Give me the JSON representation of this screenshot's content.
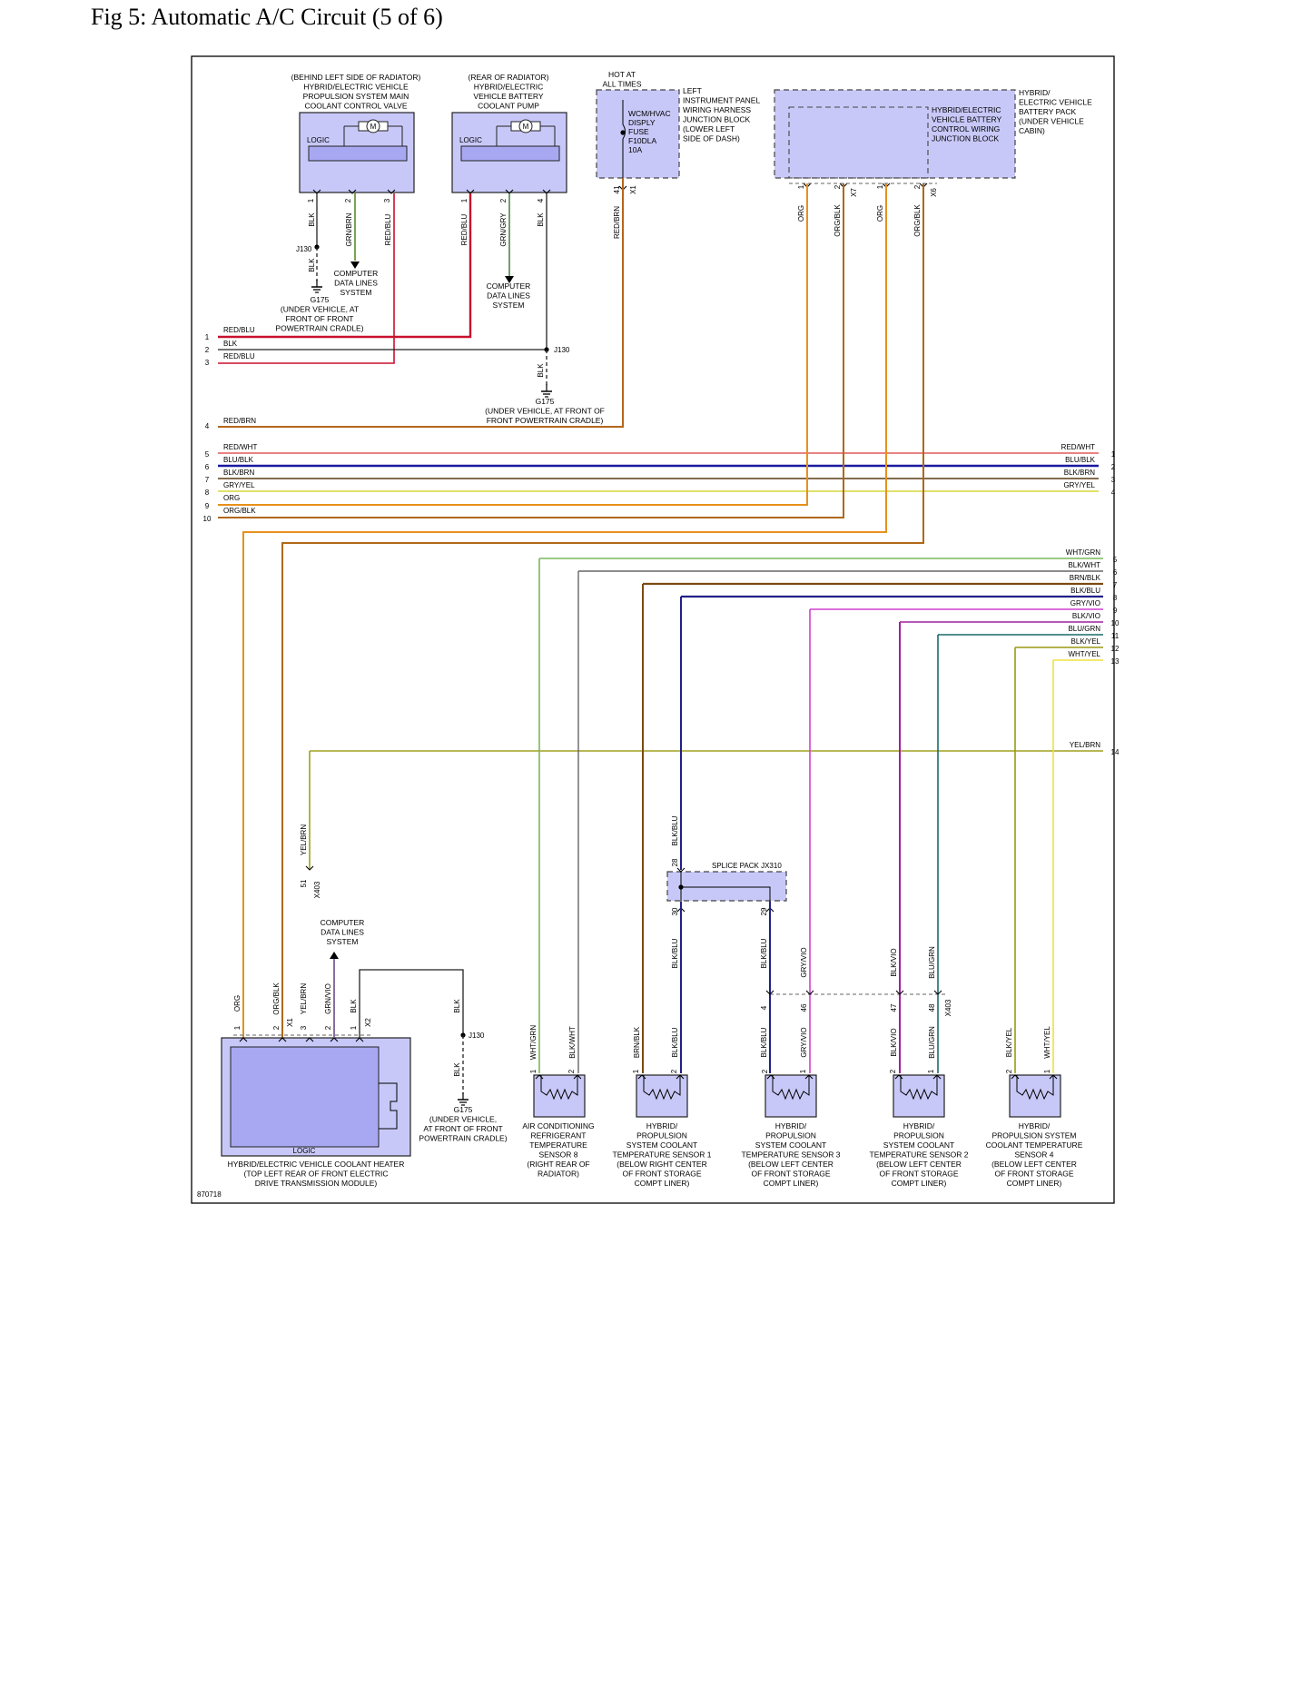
{
  "title": "Fig 5: Automatic A/C Circuit (5 of 6)",
  "figure_id": "870718",
  "colors": {
    "RED_BLU": "#c8102e",
    "BLK": "#222222",
    "RED_BRN": "#b5651d",
    "RED_WHT": "#e05a5a",
    "BLU_BLK": "#1a1aa0",
    "BLK_BRN": "#5a3a10",
    "GRY_YEL": "#d6d63a",
    "ORG": "#e8901c",
    "ORG_BLK": "#b06818",
    "WHT_GRN": "#7ab85a",
    "BLK_WHT": "#666666",
    "BRN_BLK": "#7a4a12",
    "BLK_BLU": "#202088",
    "GRY_VIO": "#d040d0",
    "BLK_VIO": "#a020a0",
    "BLU_GRN": "#1a6a6a",
    "BLK_YEL": "#9a9a10",
    "WHT_YEL": "#f0e040",
    "YEL_BRN": "#a0a020",
    "GRN_BRN": "#5a8a2a",
    "GRN_GRY": "#4a8a4a",
    "GRN_VIO": "#6a4a8a",
    "component_fill": "#c8c8f8",
    "inner_fill": "#a8a8f2"
  },
  "components": {
    "valve": [
      "(BEHIND LEFT SIDE OF RADIATOR)",
      "HYBRID/ELECTRIC VEHICLE",
      "PROPULSION SYSTEM MAIN",
      "COOLANT CONTROL VALVE"
    ],
    "pump": [
      "(REAR OF RADIATOR)",
      "HYBRID/ELECTRIC",
      "VEHICLE BATTERY",
      "COOLANT PUMP"
    ],
    "hot": [
      "HOT AT",
      "ALL TIMES"
    ],
    "fuse": [
      "WCM/HVAC",
      "DISPLY",
      "FUSE",
      "F10DLA",
      "10A"
    ],
    "ipjb": [
      "LEFT",
      "INSTRUMENT PANEL",
      "WIRING HARNESS",
      "JUNCTION BLOCK",
      "(LOWER LEFT",
      "SIDE OF DASH)"
    ],
    "bcw": [
      "HYBRID/ELECTRIC",
      "VEHICLE BATTERY",
      "CONTROL WIRING",
      "JUNCTION BLOCK"
    ],
    "bpack": [
      "HYBRID/",
      "ELECTRIC VEHICLE",
      "BATTERY PACK",
      "(UNDER VEHICLE",
      "CABIN)"
    ],
    "logic": "LOGIC",
    "motor": "M",
    "computer": [
      "COMPUTER",
      "DATA LINES",
      "SYSTEM"
    ],
    "g175_a": [
      "G175",
      "(UNDER VEHICLE, AT",
      "FRONT OF FRONT",
      "POWERTRAIN CRADLE)"
    ],
    "g175_b": [
      "G175",
      "(UNDER VEHICLE, AT FRONT OF",
      "FRONT POWERTRAIN CRADLE)"
    ],
    "g175_c": [
      "G175",
      "(UNDER VEHICLE,",
      "AT FRONT OF FRONT",
      "POWERTRAIN CRADLE)"
    ],
    "j130": "J130",
    "splice": "SPLICE PACK JX310",
    "heater": [
      "HYBRID/ELECTRIC VEHICLE COOLANT HEATER",
      "(TOP LEFT REAR OF FRONT ELECTRIC",
      "DRIVE TRANSMISSION MODULE)"
    ],
    "s1": [
      "AIR CONDITIONING",
      "REFRIGERANT",
      "TEMPERATURE",
      "SENSOR 8",
      "(RIGHT REAR OF",
      "RADIATOR)"
    ],
    "s2": [
      "HYBRID/",
      "PROPULSION",
      "SYSTEM COOLANT",
      "TEMPERATURE SENSOR 1",
      "(BELOW RIGHT CENTER",
      "OF FRONT STORAGE",
      "COMPT LINER)"
    ],
    "s3": [
      "HYBRID/",
      "PROPULSION",
      "SYSTEM COOLANT",
      "TEMPERATURE SENSOR 3",
      "(BELOW LEFT CENTER",
      "OF FRONT STORAGE",
      "COMPT LINER)"
    ],
    "s4": [
      "HYBRID/",
      "PROPULSION",
      "SYSTEM COOLANT",
      "TEMPERATURE SENSOR 2",
      "(BELOW LEFT CENTER",
      "OF FRONT STORAGE",
      "COMPT LINER)"
    ],
    "s5": [
      "HYBRID/",
      "PROPULSION SYSTEM",
      "COOLANT TEMPERATURE",
      "SENSOR 4",
      "(BELOW LEFT CENTER",
      "OF FRONT STORAGE",
      "COMPT LINER)"
    ]
  },
  "connectors": [
    "X1",
    "X7",
    "X6",
    "X403",
    "X2"
  ],
  "wire_labels": [
    "BLK",
    "GRN/BRN",
    "RED/BLU",
    "GRN/GRY",
    "RED/BRN",
    "ORG",
    "ORG/BLK",
    "RED/WHT",
    "BLU/BLK",
    "BLK/BRN",
    "GRY/YEL",
    "WHT/GRN",
    "BLK/WHT",
    "BRN/BLK",
    "BLK/BLU",
    "GRY/VIO",
    "BLK/VIO",
    "BLU/GRN",
    "BLK/YEL",
    "WHT/YEL",
    "YEL/BRN",
    "GRN/VIO"
  ],
  "pins": [
    "1",
    "2",
    "3",
    "4",
    "5",
    "6",
    "7",
    "8",
    "9",
    "10",
    "11",
    "12",
    "13",
    "14",
    "28",
    "29",
    "30",
    "41",
    "46",
    "47",
    "48",
    "51"
  ]
}
